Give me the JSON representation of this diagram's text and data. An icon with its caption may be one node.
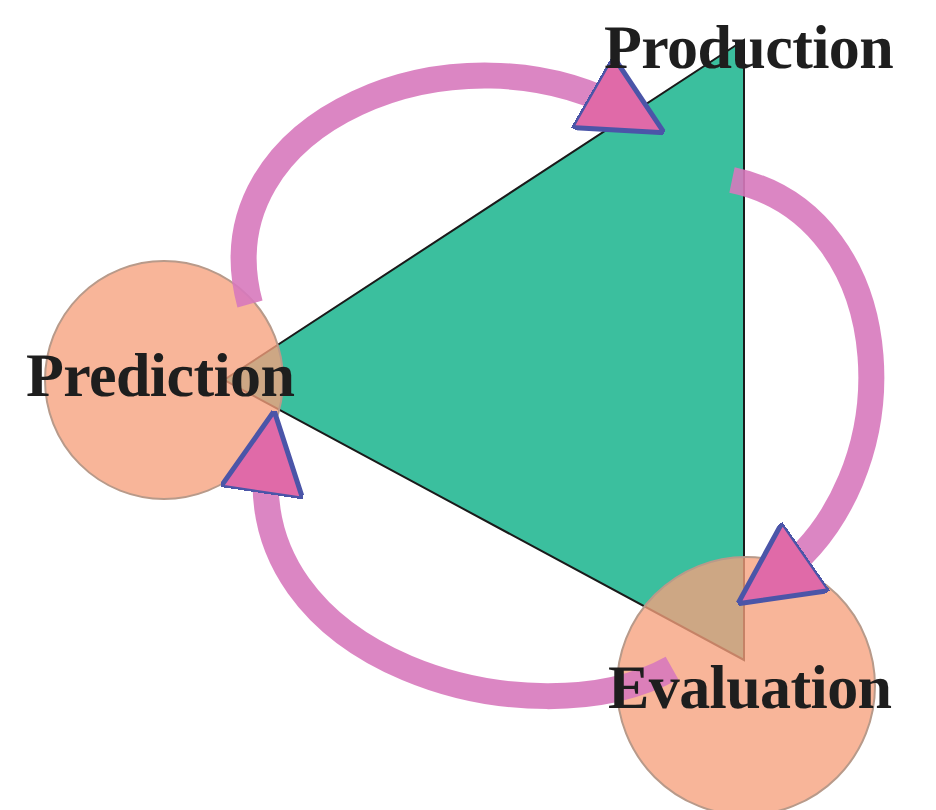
{
  "diagram": {
    "nodes": [
      {
        "text": [
          "Production"
        ]
      },
      {
        "text": [
          "Prediction"
        ]
      },
      {
        "text": [
          "Evaluation"
        ]
      }
    ],
    "edges": [
      {
        "from": 1,
        "to": 0,
        "arrow": "to"
      },
      {
        "from": 0,
        "to": 2,
        "arrow": "to"
      },
      {
        "from": 2,
        "to": 1,
        "arrow": "to"
      }
    ]
  }
}
